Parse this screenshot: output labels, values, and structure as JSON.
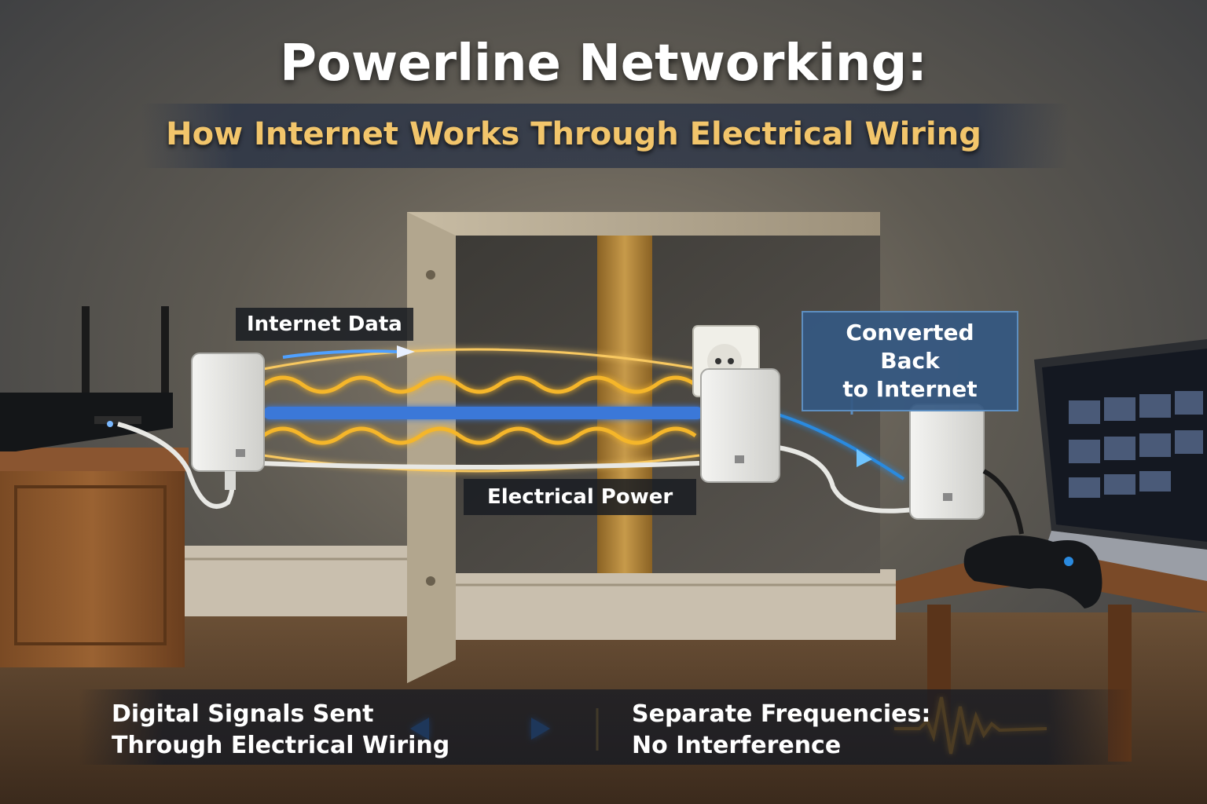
{
  "header": {
    "title": "Powerline Networking:",
    "subtitle": "How Internet Works Through Electrical Wiring"
  },
  "labels": {
    "internet_data": "Internet Data",
    "converted_back_line1": "Converted Back",
    "converted_back_line2": "to Internet",
    "electrical_power": "Electrical Power"
  },
  "footer": {
    "left_line1": "Digital Signals Sent",
    "left_line2": "Through Electrical Wiring",
    "right_line1": "Separate Frequencies:",
    "right_line2": "No Interference"
  },
  "colors": {
    "title": "#ffffff",
    "subtitle": "#f2c56b",
    "data_signal": "#3a78d8",
    "power_wave": "#f5b62a",
    "label_blue": "#345882"
  }
}
